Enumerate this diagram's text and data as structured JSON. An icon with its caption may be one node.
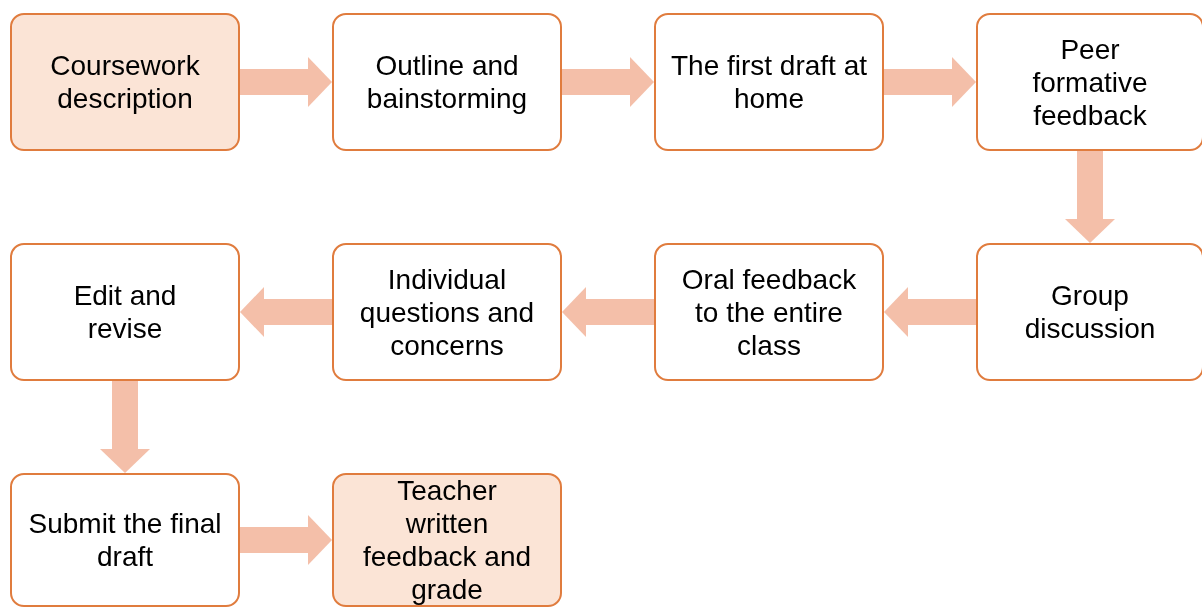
{
  "diagram": {
    "nodes": [
      {
        "text": [
          "Coursework description"
        ]
      },
      {
        "text": [
          "Outline and bainstorming"
        ]
      },
      {
        "text": [
          "The first draft at home"
        ]
      },
      {
        "text": [
          "Peer formative feedback"
        ]
      },
      {
        "text": [
          "Group discussion"
        ]
      },
      {
        "text": [
          "Oral feedback to the entire class"
        ]
      },
      {
        "text": [
          "Individual questions and concerns"
        ]
      },
      {
        "text": [
          "Edit and revise"
        ]
      },
      {
        "text": [
          "Submit the final draft"
        ]
      },
      {
        "text": [
          "Teacher written feedback and grade"
        ]
      }
    ],
    "edges": [
      {
        "from": 0,
        "to": 1,
        "arrow": "to"
      },
      {
        "from": 1,
        "to": 2,
        "arrow": "to"
      },
      {
        "from": 2,
        "to": 3,
        "arrow": "to"
      },
      {
        "from": 3,
        "to": 4,
        "arrow": "to"
      },
      {
        "from": 4,
        "to": 5,
        "arrow": "to"
      },
      {
        "from": 5,
        "to": 6,
        "arrow": "to"
      },
      {
        "from": 6,
        "to": 7,
        "arrow": "to"
      },
      {
        "from": 7,
        "to": 8,
        "arrow": "to"
      },
      {
        "from": 8,
        "to": 9,
        "arrow": "to"
      }
    ]
  }
}
